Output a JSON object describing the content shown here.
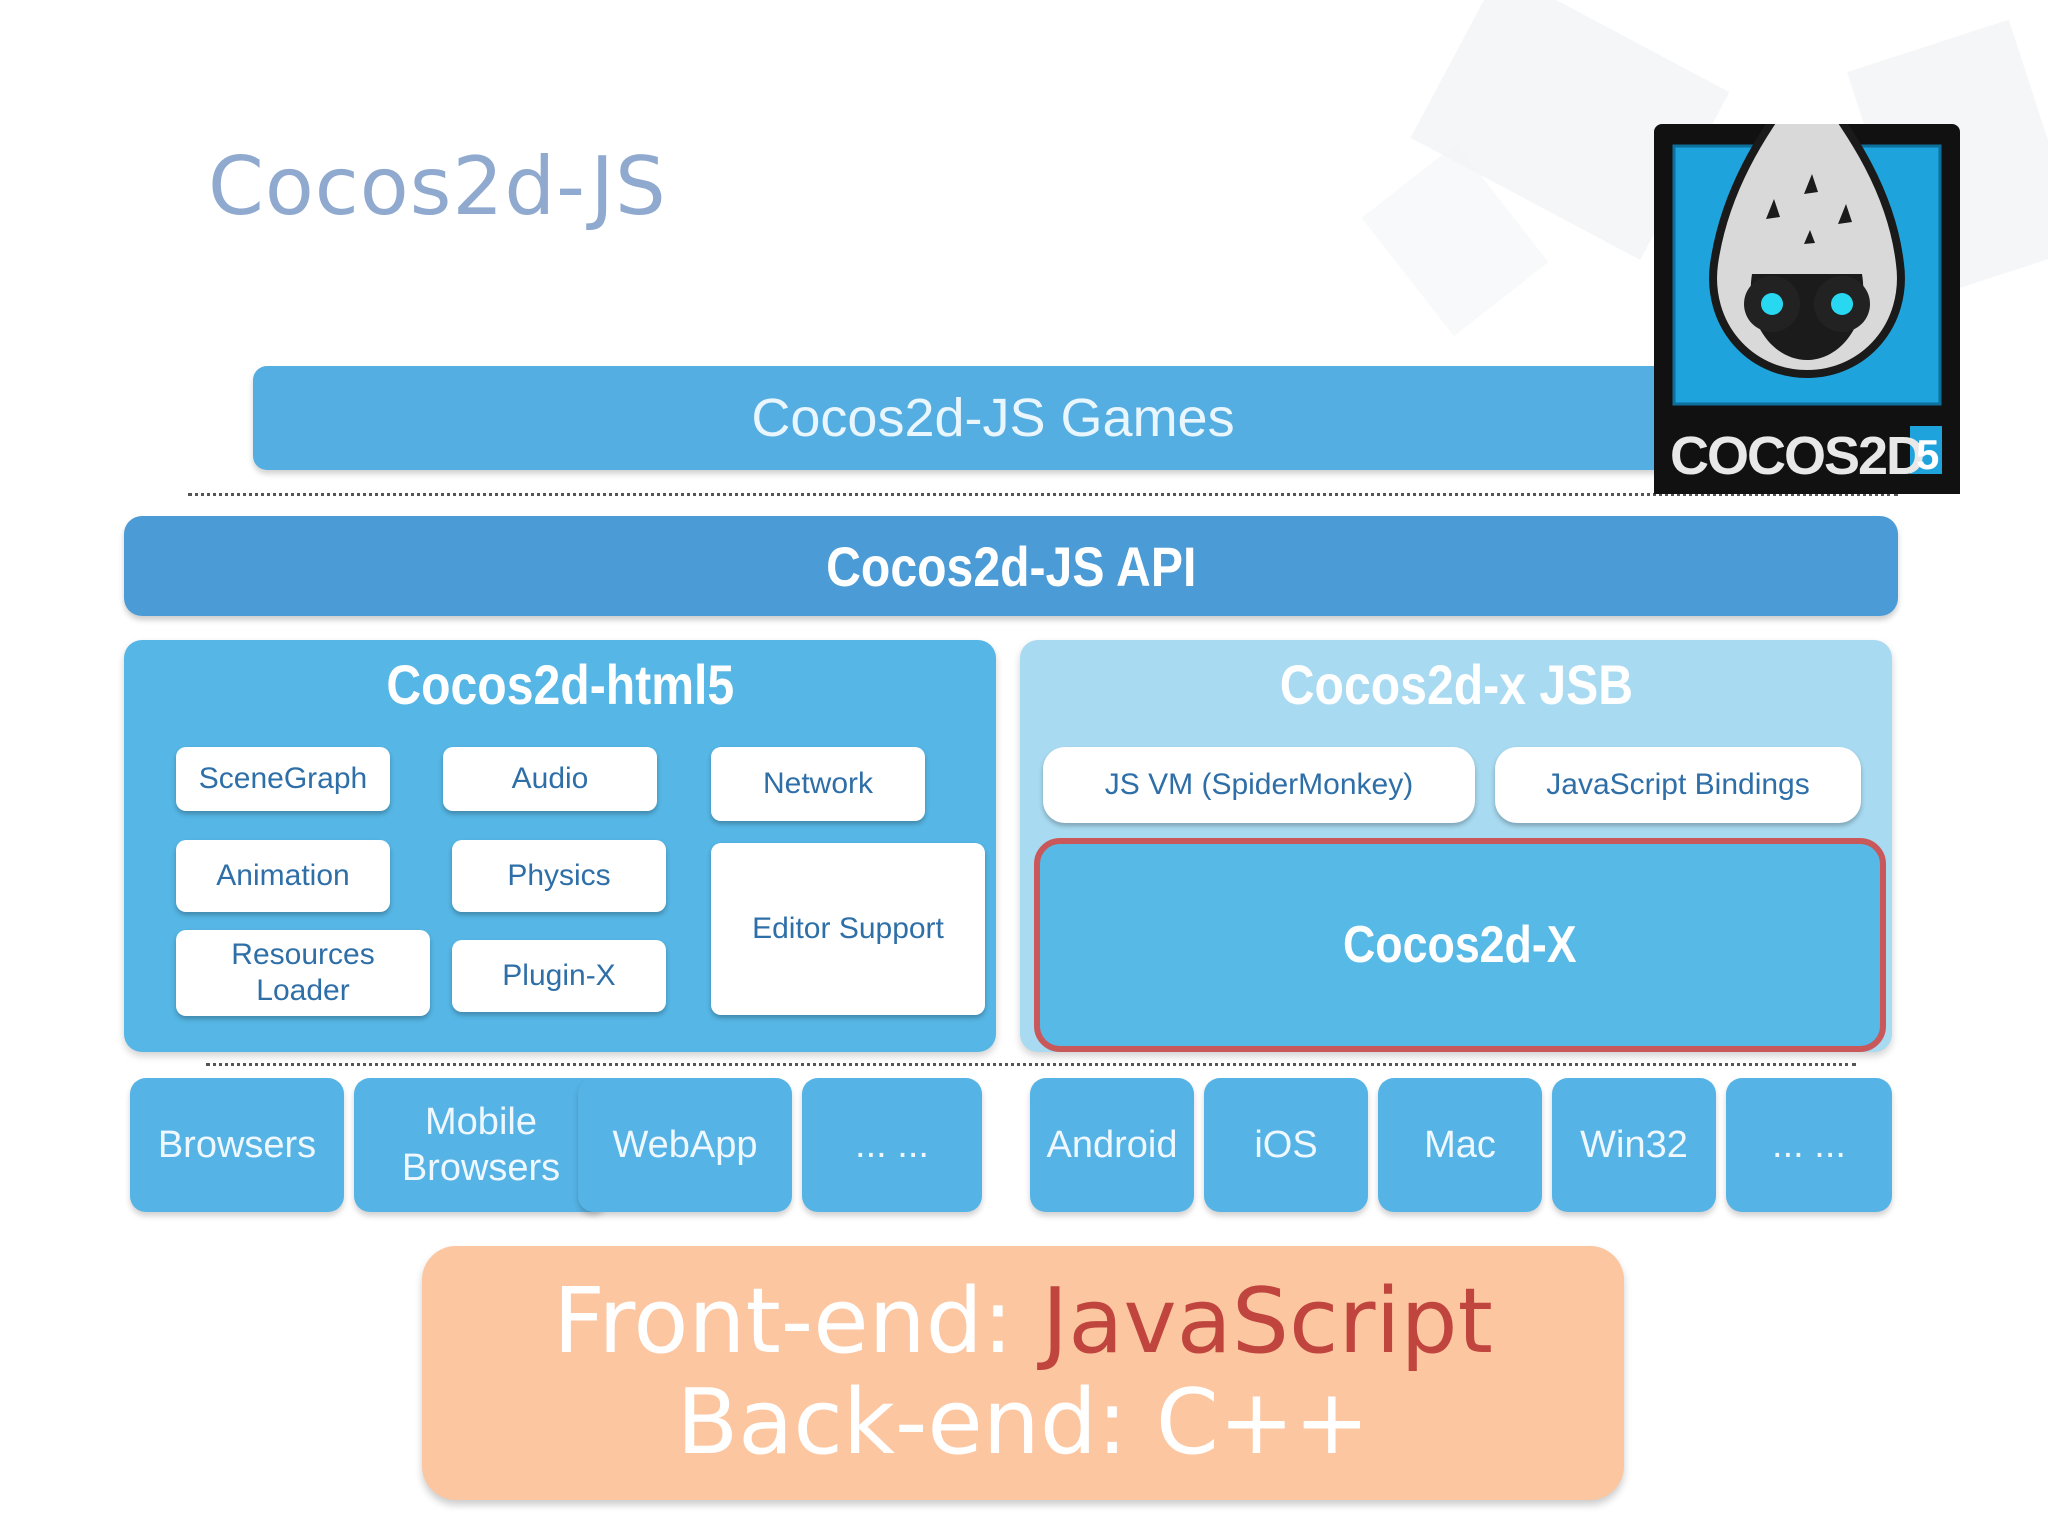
{
  "title": "Cocos2d-JS",
  "games_layer": "Cocos2d-JS Games",
  "api_layer": "Cocos2d-JS API",
  "html5_panel": {
    "title": "Cocos2d-html5",
    "modules": [
      "SceneGraph",
      "Audio",
      "Network",
      "Animation",
      "Physics",
      "Editor Support",
      "Resources Loader",
      "Plugin-X"
    ]
  },
  "jsb_panel": {
    "title": "Cocos2d-x JSB",
    "modules": [
      "JS VM (SpiderMonkey)",
      "JavaScript Bindings"
    ],
    "core": "Cocos2d-X"
  },
  "web_platforms": [
    "Browsers",
    "Mobile Browsers",
    "WebApp",
    "... ..."
  ],
  "native_platforms": [
    "Android",
    "iOS",
    "Mac",
    "Win32",
    "... ..."
  ],
  "summary": {
    "frontend_label": "Front-end: ",
    "frontend_value": "JavaScript",
    "backend_label": "Back-end: ",
    "backend_value": "C++"
  },
  "logo": {
    "text": "COCOS2D",
    "badge": "5",
    "colors": {
      "frame": "#111111",
      "sky": "#1fa3dc",
      "eyes": "#28d8f0"
    }
  },
  "colors": {
    "title": "#8fa9cf",
    "games": "#55aee2",
    "api": "#4a9bd6",
    "html5_panel": "#56b6e5",
    "jsb_panel": "#a8daf1",
    "core_border": "#c9585a",
    "summary_bg": "#fcc6a0",
    "summary_highlight": "#c0453e"
  }
}
